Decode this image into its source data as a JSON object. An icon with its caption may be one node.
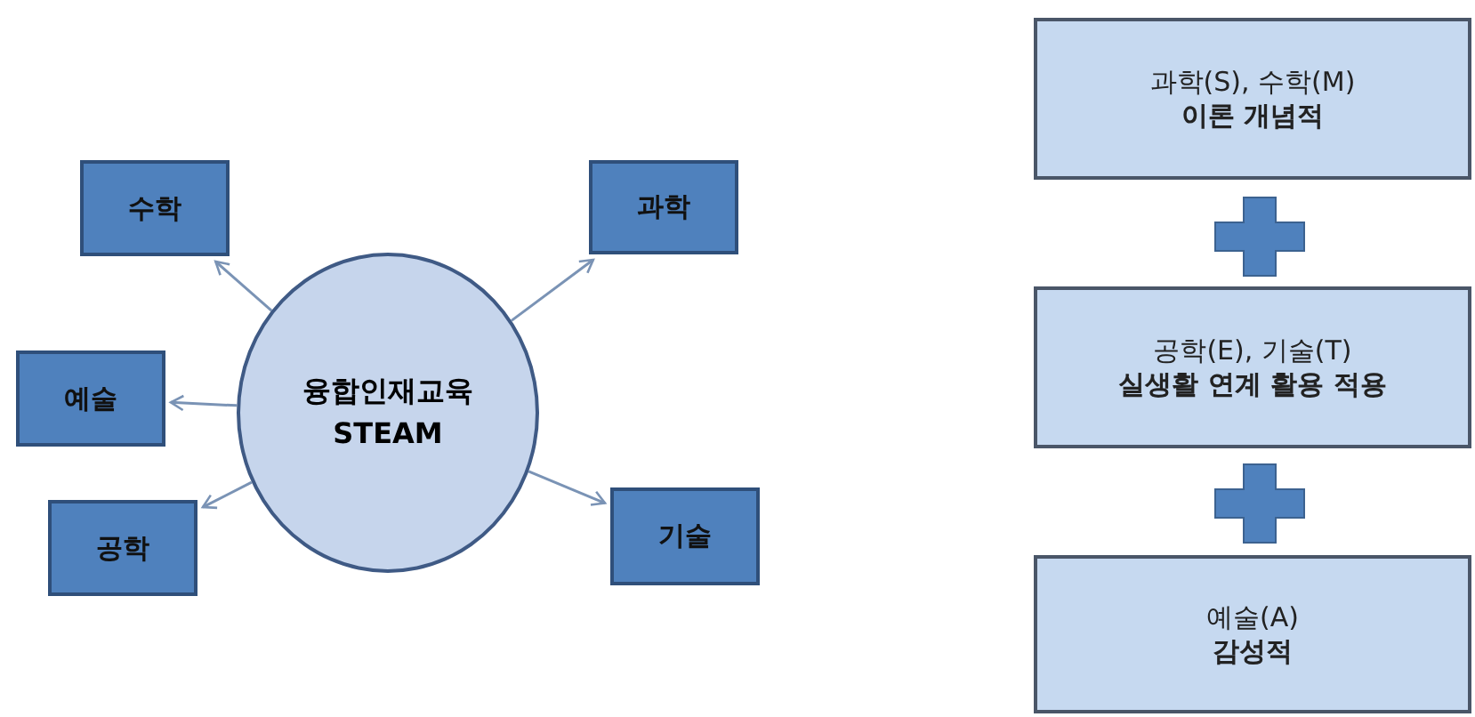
{
  "diagram": {
    "nodes": [
      {
        "text": [
          "융합인재교육 STEAM"
        ]
      },
      {
        "text": [
          "수학"
        ]
      },
      {
        "text": [
          "과학"
        ]
      },
      {
        "text": [
          "예술"
        ]
      },
      {
        "text": [
          "공학"
        ]
      },
      {
        "text": [
          "기술"
        ]
      },
      {
        "text": [
          "과학(S), 수학(M)",
          "이론 개념적"
        ]
      },
      {
        "text": [
          "공학(E), 기술(T)",
          "실생활 연계 활용 적용"
        ]
      },
      {
        "text": [
          "예술(A)",
          "감성적"
        ]
      }
    ],
    "edges": [
      {
        "from": 0,
        "to": 1,
        "arrow": "to"
      },
      {
        "from": 0,
        "to": 2,
        "arrow": "to"
      },
      {
        "from": 0,
        "to": 3,
        "arrow": "to"
      },
      {
        "from": 0,
        "to": 4,
        "arrow": "to"
      },
      {
        "from": 0,
        "to": 5,
        "arrow": "to"
      }
    ]
  }
}
